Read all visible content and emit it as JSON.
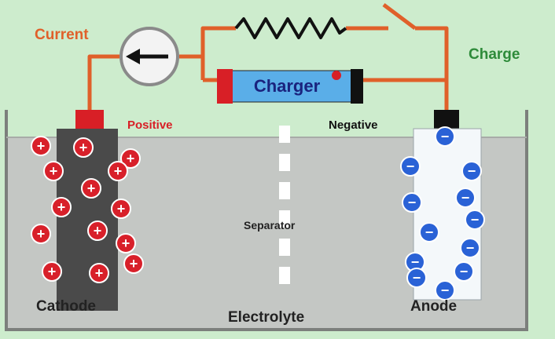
{
  "labels": {
    "current": "Current",
    "charge": "Charge",
    "charger": "Charger",
    "positive": "Positive",
    "negative": "Negative",
    "separator": "Separator",
    "cathode": "Cathode",
    "electrolyte": "Electrolyte",
    "anode": "Anode"
  },
  "symbols": {
    "positive_ion": "+",
    "negative_ion": "−"
  },
  "colors": {
    "background": "#cdeccd",
    "wire": "#e0602a",
    "electrolyte": "#c4c7c4",
    "cathode": "#4a4a4a",
    "anode": "#f4f8fa",
    "positive_ion": "#d8202a",
    "negative_ion": "#2a62d6",
    "charger_body": "#5aaee8",
    "terminal_positive": "#d81f26",
    "terminal_negative": "#111111"
  },
  "icons": {
    "ammeter": "left-arrow-icon",
    "resistor": "zigzag-resistor-icon",
    "switch": "open-switch-icon"
  }
}
